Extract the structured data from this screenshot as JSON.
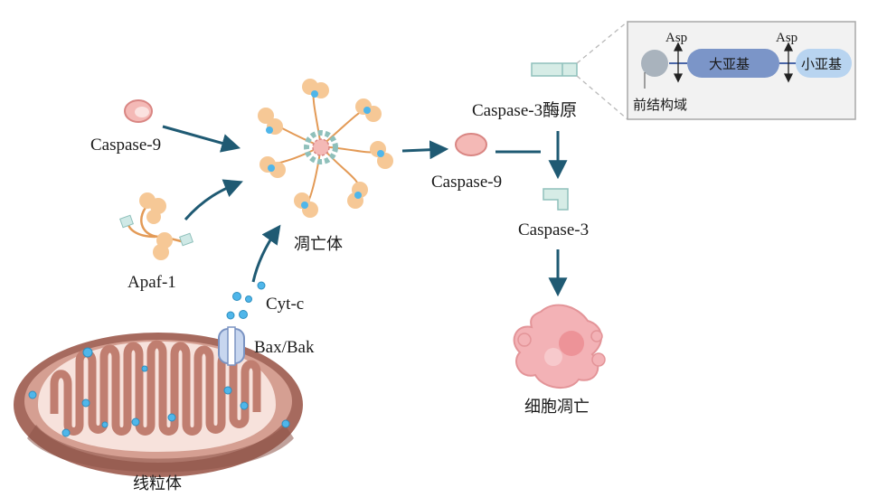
{
  "labels": {
    "caspase9_input": "Caspase-9",
    "apaf1": "Apaf-1",
    "apoptosome": "凋亡体",
    "cytc": "Cyt-c",
    "baxbak": "Bax/Bak",
    "mitochondrion": "线粒体",
    "caspase9_active": "Caspase-9",
    "procaspase3": "Caspase-3酶原",
    "caspase3": "Caspase-3",
    "apoptosis": "细胞凋亡"
  },
  "inset": {
    "asp_left": "Asp",
    "asp_right": "Asp",
    "large_subunit": "大亚基",
    "small_subunit": "小亚基",
    "prodomain": "前结构域"
  },
  "colors": {
    "arrow": "#1f5a73",
    "protein_orange": "#f6c896",
    "protein_orange_dark": "#e39a56",
    "caspase_pink": "#f4b9b6",
    "caspase_pink_edge": "#d98683",
    "cyt_blue": "#4fb6ea",
    "mito_outer": "#a66a5e",
    "mito_inner": "#d59f92",
    "mito_cristae": "#f7e2dc",
    "caspase3_teal": "#d6ece6",
    "large_subunit": "#7b95c8",
    "small_subunit": "#b8d4f0",
    "prodomain_gray": "#a9b3bd",
    "dead_cell": "#f3b2b6"
  }
}
